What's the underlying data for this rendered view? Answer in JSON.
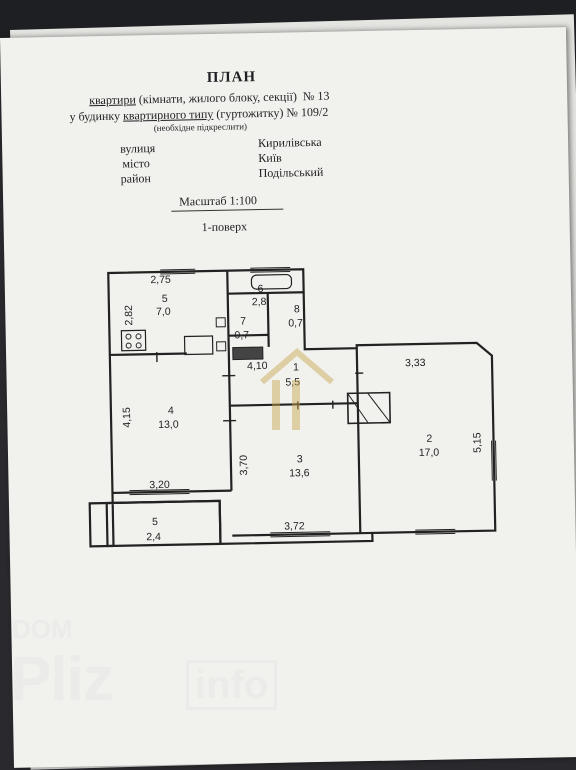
{
  "header": {
    "title": "ПЛАН",
    "line1_prefix": "квартири",
    "line1_rest": "(кімнати, жилого блоку, секції)",
    "line1_no": "№ 13",
    "line2_prefix": "у будинку",
    "line2_underlined": "квартирного типу",
    "line2_rest": "(гуртожитку) № 109/2",
    "note": "(необхідне підкреслити)"
  },
  "address": {
    "street_label": "вулиця",
    "street_value": "Кирилівська",
    "city_label": "місто",
    "city_value": "Київ",
    "district_label": "район",
    "district_value": "Подільський"
  },
  "scale": "Масштаб 1:100",
  "floor": "1-поверх",
  "rooms": [
    {
      "no": "5",
      "area": "7,0"
    },
    {
      "no": "6",
      "area": "2,8"
    },
    {
      "no": "7",
      "area": "0,7"
    },
    {
      "no": "8",
      "area": "0,7"
    },
    {
      "no": "1",
      "area": "5,5"
    },
    {
      "no": "4",
      "area": "13,0"
    },
    {
      "no": "3",
      "area": "13,6"
    },
    {
      "no": "2",
      "area": "17,0"
    },
    {
      "no": "5",
      "area": "2,4"
    }
  ],
  "dimensions": [
    "2,75",
    "2,82",
    "4,10",
    "4,15",
    "3,20",
    "3,70",
    "3,72",
    "3,33",
    "5,15"
  ],
  "watermark": {
    "line1": "DOM",
    "line2": "Pliz",
    "line3": "info"
  }
}
